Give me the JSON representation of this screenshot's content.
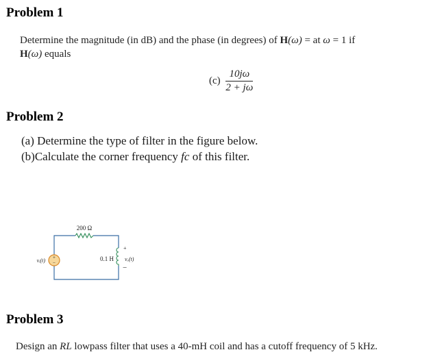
{
  "problem1": {
    "heading": "Problem 1",
    "line1_a": "Determine the magnitude (in dB) and the phase (in degrees) of ",
    "line1_H": "H",
    "line1_omega_paren": "(ω)",
    "line1_b": " =  at ",
    "line1_omega": "ω",
    "line1_c": " = 1 if",
    "line2_H": "H",
    "line2_omega_paren": "(ω)",
    "line2_text": " equals",
    "part_label": "(c)",
    "numerator": "10jω",
    "denominator": "2 + jω"
  },
  "problem2": {
    "heading": "Problem 2",
    "part_a": "(a) Determine the type of filter in the figure below.",
    "part_b_prefix": "(b)Calculate the corner frequency ",
    "part_b_var": "fc",
    "part_b_suffix": " of this filter.",
    "circuit": {
      "resistor_label": "200 Ω",
      "inductor_label": "0.1 H",
      "source_label": "vᵢ(t)",
      "output_label": "vₒ(t)",
      "output_plus": "+",
      "output_minus": "−",
      "source_plus": "+",
      "source_minus": "−",
      "wire_color": "#3a6ea5",
      "component_color": "#2e8b57",
      "source_fill": "#f6d79a",
      "source_stroke": "#d9892a"
    }
  },
  "problem3": {
    "heading": "Problem 3",
    "text_a": "Design an ",
    "text_var": "RL",
    "text_b": " lowpass filter that uses a 40-mH coil and has a cutoff frequency of 5 kHz."
  }
}
